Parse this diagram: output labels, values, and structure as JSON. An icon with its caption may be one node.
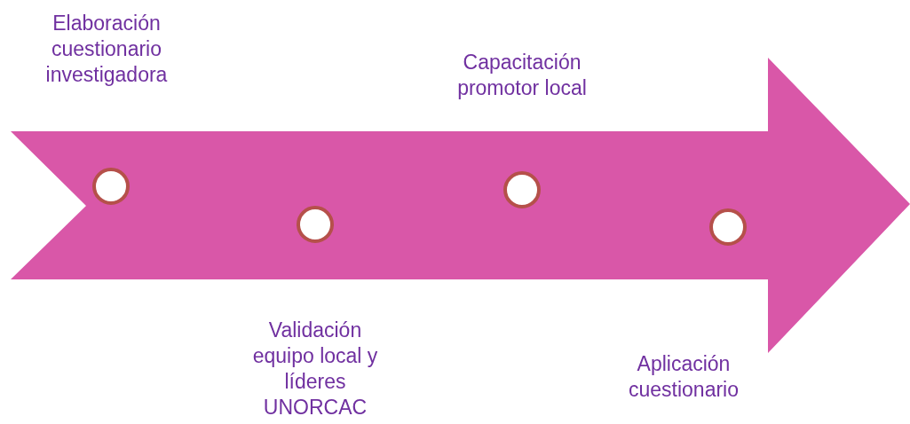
{
  "diagram": {
    "nodes": [
      {
        "text": [],
        "shape": "arrow"
      },
      {
        "text": [],
        "shape": "circle",
        "in": 0
      },
      {
        "text": [],
        "shape": "circle",
        "in": 0
      },
      {
        "text": [],
        "shape": "circle",
        "in": 0
      },
      {
        "text": [],
        "shape": "circle",
        "in": 0
      }
    ],
    "edges": [],
    "labels": [
      "Elaboración cuestionario investigadora",
      "Capacitación promotor local",
      "Validación equipo local y líderes UNORCAC",
      "Aplicación cuestionario"
    ]
  }
}
